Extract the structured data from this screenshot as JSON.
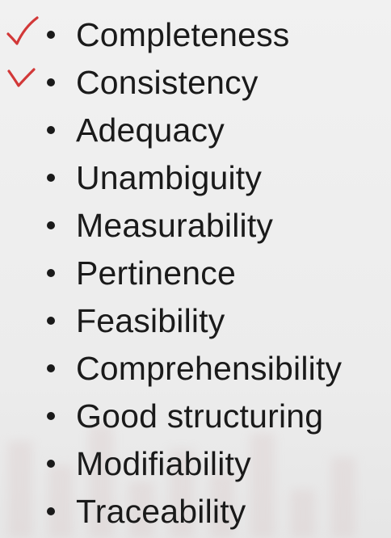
{
  "criteria_list": {
    "items": [
      {
        "label": "Completeness",
        "checked": true
      },
      {
        "label": "Consistency",
        "checked": true
      },
      {
        "label": "Adequacy",
        "checked": false
      },
      {
        "label": "Unambiguity",
        "checked": false
      },
      {
        "label": "Measurability",
        "checked": false
      },
      {
        "label": "Pertinence",
        "checked": false
      },
      {
        "label": "Feasibility",
        "checked": false
      },
      {
        "label": "Comprehensibility",
        "checked": false
      },
      {
        "label": "Good structuring",
        "checked": false
      },
      {
        "label": "Modifiability",
        "checked": false
      },
      {
        "label": "Traceability",
        "checked": false
      }
    ]
  },
  "colors": {
    "background": "#eeeeee",
    "text": "#1a1a1a",
    "check_mark": "#d23838"
  }
}
